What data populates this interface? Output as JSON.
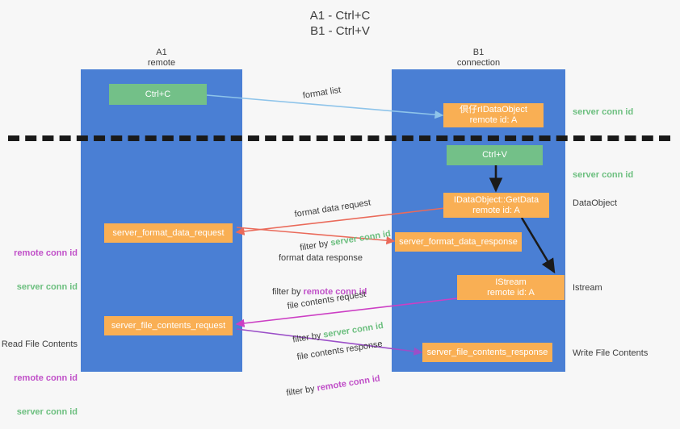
{
  "title": "A1 - Ctrl+C\nB1 - Ctrl+V",
  "lanes": {
    "left": {
      "name": "A1",
      "role": "remote",
      "label": "A1\nremote",
      "color": "#4a7fd4"
    },
    "right": {
      "name": "B1",
      "role": "connection",
      "label": "B1\nconnection",
      "color": "#4a7fd4"
    }
  },
  "colors": {
    "lane": "#4a7fd4",
    "green_box": "#73c088",
    "orange_box": "#f9af54",
    "server_conn_id": "#6cbf7f",
    "remote_conn_id": "#c050c8",
    "arrow_blue": "#8ec4ea",
    "arrow_red": "#ea6a5a",
    "arrow_magenta": "#cc3fc4",
    "arrow_purple": "#9b4fc8",
    "arrow_black": "#1a1a1a",
    "text": "#3c3c3c",
    "background": "#f7f7f7"
  },
  "nodes": {
    "ctrl_c": {
      "text": "Ctrl+C",
      "type": "green"
    },
    "idataobject": {
      "line1": "倶仔rIDataObject",
      "line2": "remote id: A",
      "type": "orange"
    },
    "ctrl_v": {
      "text": "Ctrl+V",
      "type": "green"
    },
    "getdata": {
      "line1": "IDataObject::GetData",
      "line2": "remote id: A",
      "type": "orange"
    },
    "server_format_data_request": {
      "text": "server_format_data_request",
      "type": "orange"
    },
    "server_format_data_response": {
      "text": "server_format_data_response",
      "type": "orange"
    },
    "istream": {
      "line1": "IStream",
      "line2": "remote id: A",
      "type": "orange"
    },
    "server_file_contents_request": {
      "text": "server_file_contents_request",
      "type": "orange"
    },
    "server_file_contents_response": {
      "text": "server_file_contents_response",
      "type": "orange"
    }
  },
  "edge_labels": {
    "format_list": "format list",
    "format_data_request": {
      "line1": "format data request",
      "filter_prefix": "filter by ",
      "filter_key": "server conn id"
    },
    "format_data_response": {
      "line1": "format data response",
      "filter_prefix": "filter by ",
      "filter_key": "remote conn id"
    },
    "file_contents_request": {
      "line1": "file contents request",
      "filter_prefix": "filter by ",
      "filter_key": "server conn id"
    },
    "file_contents_response": {
      "line1": "file contents response",
      "filter_prefix": "filter by ",
      "filter_key": "remote conn id"
    }
  },
  "side_labels": {
    "right_server_conn_id_1": "server conn id",
    "right_server_conn_id_2": "server conn id",
    "dataobject": "DataObject",
    "istream": "Istream",
    "write_file_contents": "Write File Contents",
    "left_format": {
      "remote": "remote conn id",
      "server": "server conn id"
    },
    "left_file": {
      "heading": "Read File Contents",
      "remote": "remote conn id",
      "server": "server conn id"
    }
  }
}
